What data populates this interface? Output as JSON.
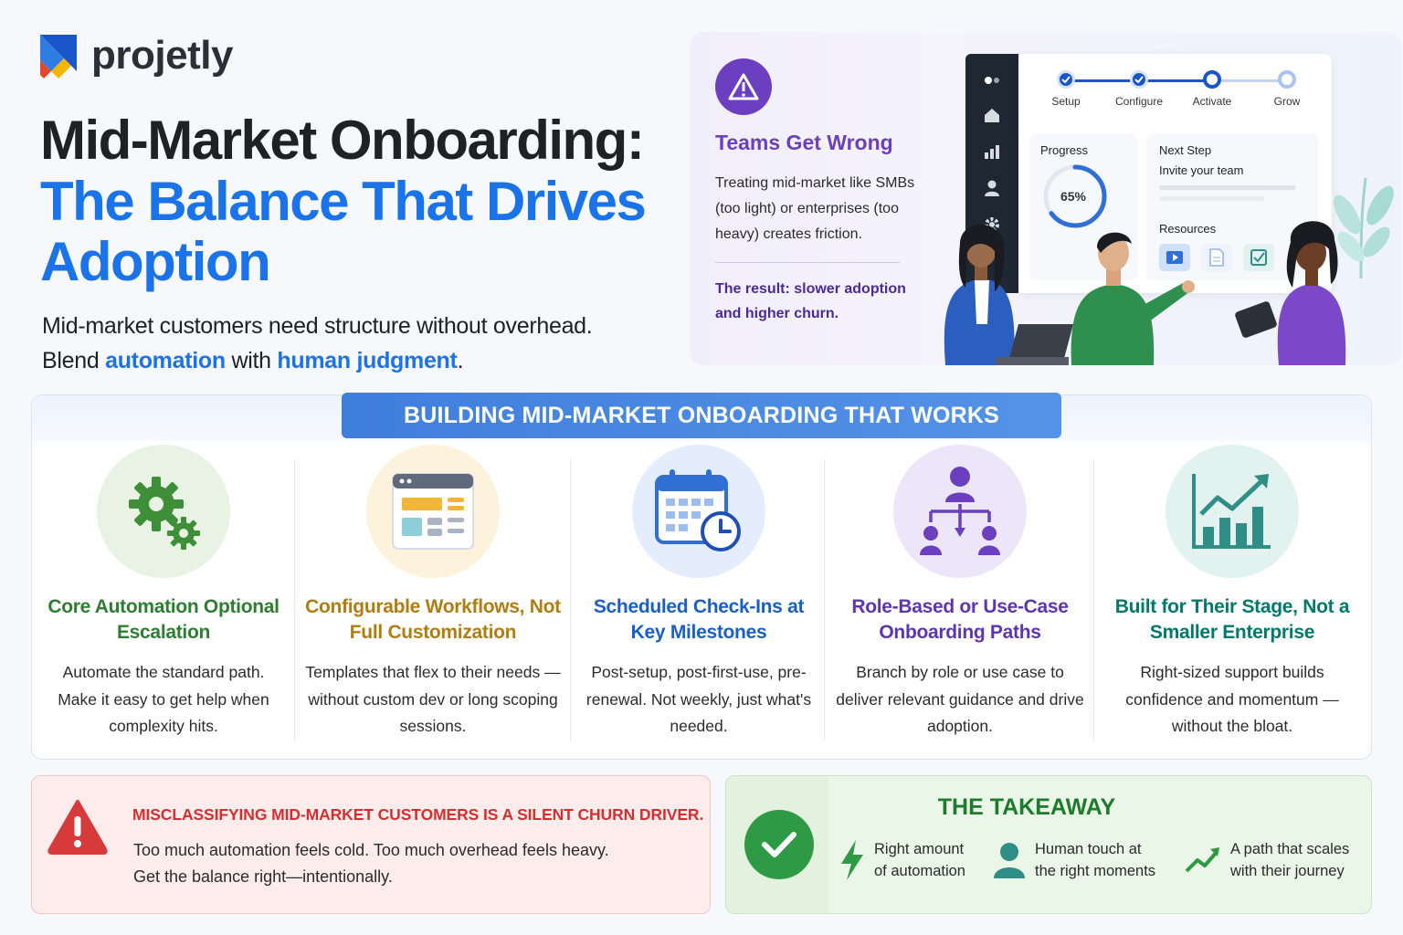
{
  "brand": {
    "name": "projetly"
  },
  "hero": {
    "title_line1": "Mid-Market Onboarding:",
    "title_line2": "The Balance That Drives Adoption",
    "subtitle_line1": "Mid-market customers need structure without overhead.",
    "subtitle_prefix": "Blend ",
    "subtitle_hl1": "automation",
    "subtitle_mid": " with ",
    "subtitle_hl2": "human judgment",
    "subtitle_suffix": "."
  },
  "wrong": {
    "title": "Teams Get Wrong",
    "body": "Treating mid-market like SMBs (too light) or enterprises (too heavy) creates friction.",
    "result": "The result: slower adoption and higher churn."
  },
  "app": {
    "steps": [
      "Setup",
      "Configure",
      "Activate",
      "Grow"
    ],
    "progress_label": "Progress",
    "progress_value": "65%",
    "progress_fraction": 0.65,
    "next_label": "Next Step",
    "next_value": "Invite your team",
    "resources_label": "Resources"
  },
  "section": {
    "banner": "BUILDING MID-MARKET ONBOARDING THAT WORKS",
    "columns": [
      {
        "title": "Core Automation Optional Escalation",
        "body": "Automate the standard path. Make it easy to get help when complexity hits.",
        "color": "#2e7d32",
        "icon": "gears-icon"
      },
      {
        "title": "Configurable Workflows, Not Full Customization",
        "body": "Templates that flex to their needs — without custom dev or long scoping sessions.",
        "color": "#b07d12",
        "icon": "template-window-icon"
      },
      {
        "title": "Scheduled Check-Ins at Key Milestones",
        "body": "Post-setup, post-first-use, pre-renewal. Not weekly, just what's needed.",
        "color": "#1a5fc8",
        "icon": "calendar-clock-icon"
      },
      {
        "title": "Role-Based or Use-Case Onboarding Paths",
        "body": "Branch by role or use case to deliver relevant guidance and drive adoption.",
        "color": "#5e35b1",
        "icon": "branching-roles-icon"
      },
      {
        "title": "Built for Their Stage, Not a Smaller Enterprise",
        "body": "Right-sized support builds confidence and momentum — without the bloat.",
        "color": "#00796b",
        "icon": "growth-chart-icon"
      }
    ]
  },
  "alert": {
    "title": "MISCLASSIFYING MID-MARKET CUSTOMERS IS A SILENT CHURN DRIVER.",
    "line1": "Too much automation feels cold. Too much overhead feels heavy.",
    "line2": "Get the balance right—intentionally."
  },
  "takeaway": {
    "title": "THE TAKEAWAY",
    "items": [
      {
        "line1": "Right amount",
        "line2": "of automation",
        "icon": "lightning-icon"
      },
      {
        "line1": "Human touch at",
        "line2": "the right moments",
        "icon": "person-icon"
      },
      {
        "line1": "A path that scales",
        "line2": "with their journey",
        "icon": "trend-up-icon"
      }
    ]
  },
  "colors": {
    "primary_blue": "#1a73e8",
    "purple": "#6b3fbf",
    "alert_red": "#d32f2f",
    "success_green": "#2e9a45"
  }
}
